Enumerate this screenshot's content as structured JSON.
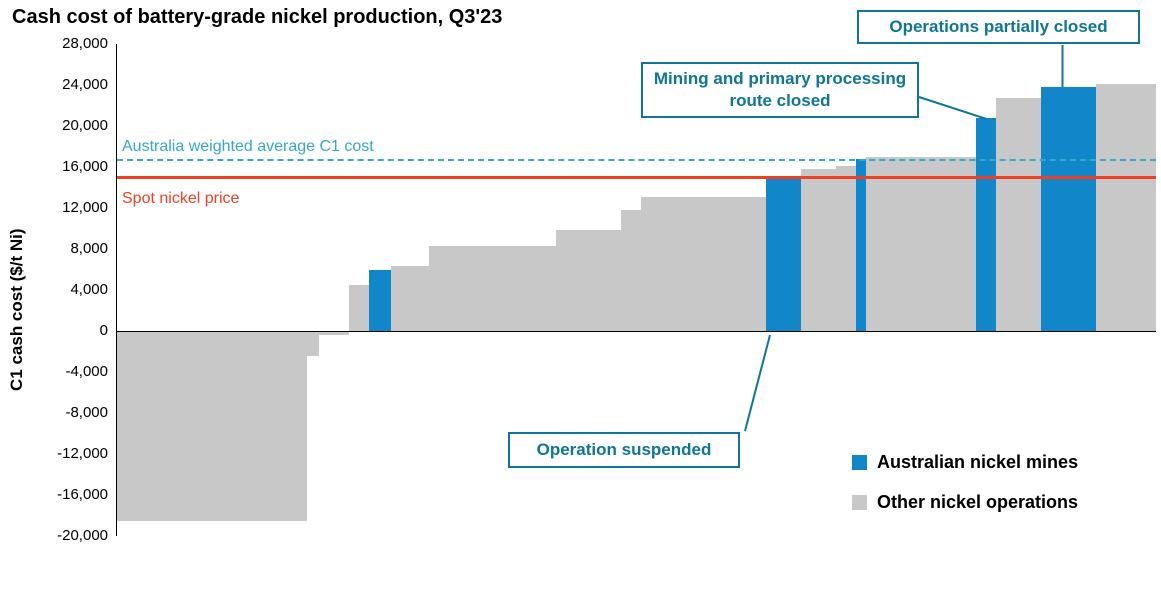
{
  "title": "Cash cost of battery-grade nickel production, Q3'23",
  "y_axis": {
    "label": "C1 cash cost ($/t Ni)",
    "ticks": [
      "28,000",
      "24,000",
      "20,000",
      "16,000",
      "12,000",
      "8,000",
      "4,000",
      "0",
      "-4,000",
      "-8,000",
      "-12,000",
      "-16,000",
      "-20,000"
    ],
    "max": 28000,
    "min": -20000,
    "step": 4000
  },
  "chart_data": {
    "type": "bar",
    "subtype": "cost-curve",
    "title": "Cash cost of battery-grade nickel production, Q3'23",
    "xlabel": "",
    "ylabel": "C1 cash cost ($/t Ni)",
    "ylim": [
      -20000,
      28000
    ],
    "grid": false,
    "legend_position": "bottom-right",
    "series_colors": {
      "australian": "#1186C8",
      "other": "#C8C8C8"
    },
    "annotation_color": "#0E7697",
    "bars": [
      {
        "width": 190,
        "value": -18500,
        "series": "other"
      },
      {
        "width": 12,
        "value": -2400,
        "series": "other"
      },
      {
        "width": 30,
        "value": -400,
        "series": "other"
      },
      {
        "width": 20,
        "value": 4500,
        "series": "other"
      },
      {
        "width": 22,
        "value": 6000,
        "series": "australian"
      },
      {
        "width": 38,
        "value": 6300,
        "series": "other"
      },
      {
        "width": 127,
        "value": 8300,
        "series": "other"
      },
      {
        "width": 65,
        "value": 9900,
        "series": "other"
      },
      {
        "width": 20,
        "value": 11800,
        "series": "other"
      },
      {
        "width": 125,
        "value": 13100,
        "series": "other"
      },
      {
        "width": 35,
        "value": 14800,
        "series": "australian"
      },
      {
        "width": 35,
        "value": 15800,
        "series": "other"
      },
      {
        "width": 20,
        "value": 16100,
        "series": "other"
      },
      {
        "width": 10,
        "value": 16800,
        "series": "australian"
      },
      {
        "width": 110,
        "value": 17000,
        "series": "other"
      },
      {
        "width": 20,
        "value": 20800,
        "series": "australian"
      },
      {
        "width": 45,
        "value": 22700,
        "series": "other"
      },
      {
        "width": 55,
        "value": 23800,
        "series": "australian"
      },
      {
        "width": 60,
        "value": 24100,
        "series": "other"
      }
    ],
    "reference_lines": [
      {
        "label": "Australia weighted average C1 cost",
        "value": 16700,
        "style": "dashed",
        "color": "#35A8CC"
      },
      {
        "label": "Spot nickel price",
        "value": 15000,
        "style": "solid",
        "color": "#EE4023"
      }
    ],
    "annotations": [
      {
        "label": "Operation suspended",
        "target_bar": 10
      },
      {
        "label": "Mining and primary processing route closed",
        "target_bar": 15
      },
      {
        "label": "Operations partially closed",
        "target_bar": 17
      }
    ],
    "legend": [
      {
        "label": "Australian nickel mines",
        "series": "australian",
        "color": "#1186C8"
      },
      {
        "label": "Other nickel operations",
        "series": "other",
        "color": "#C8C8C8"
      }
    ]
  }
}
